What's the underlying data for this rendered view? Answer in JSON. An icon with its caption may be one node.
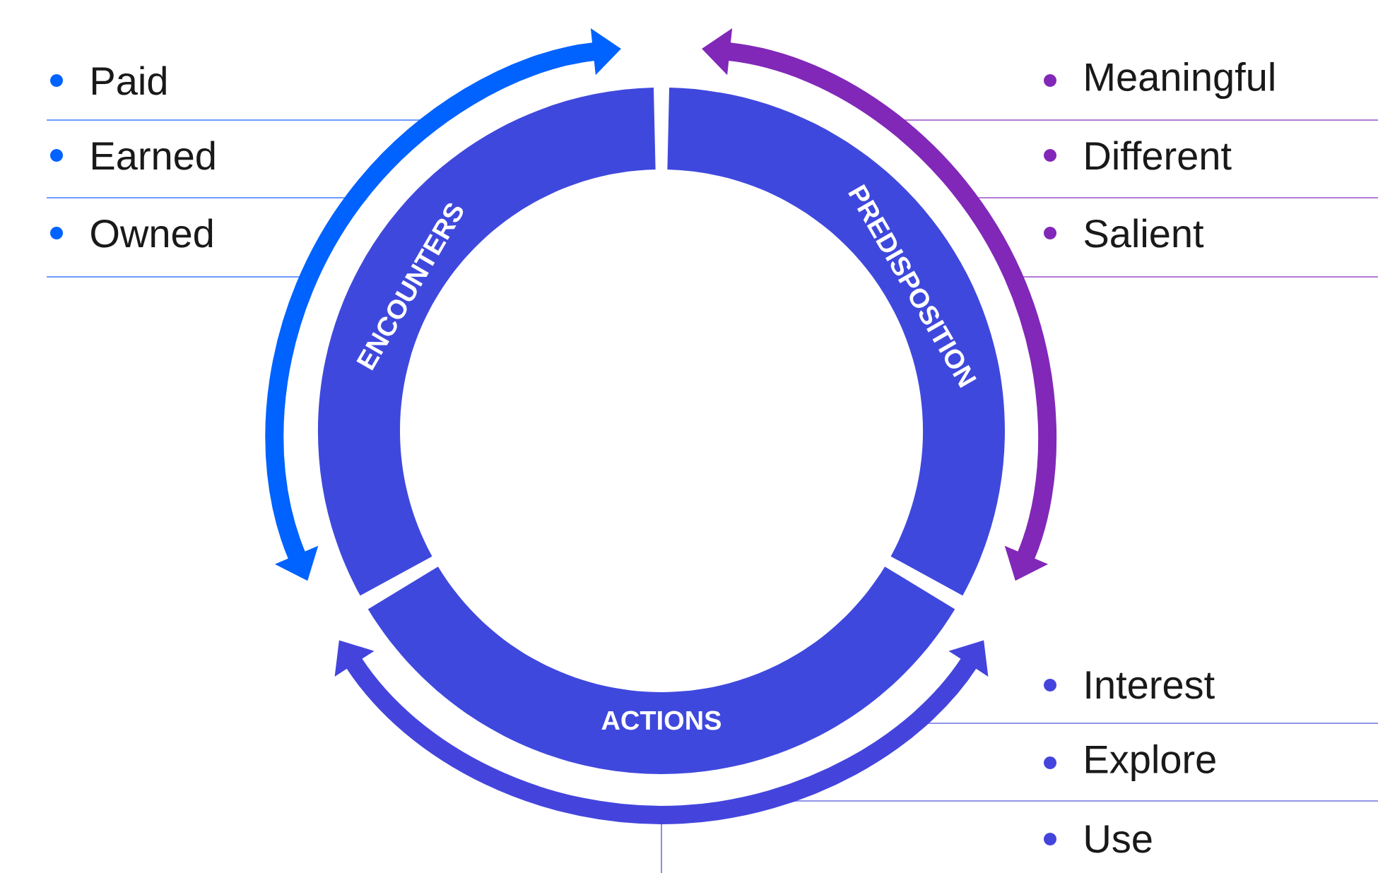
{
  "diagram": {
    "nodes": [
      {
        "text": [
          "ENCOUNTERS"
        ]
      },
      {
        "text": [
          "PREDISPOSITION"
        ]
      },
      {
        "text": [
          "ACTIONS"
        ]
      }
    ],
    "labels": [
      "Paid",
      "Meaningful",
      "Earned",
      "Different",
      "Owned",
      "Salient",
      "Interest",
      "Explore",
      "Use"
    ]
  }
}
